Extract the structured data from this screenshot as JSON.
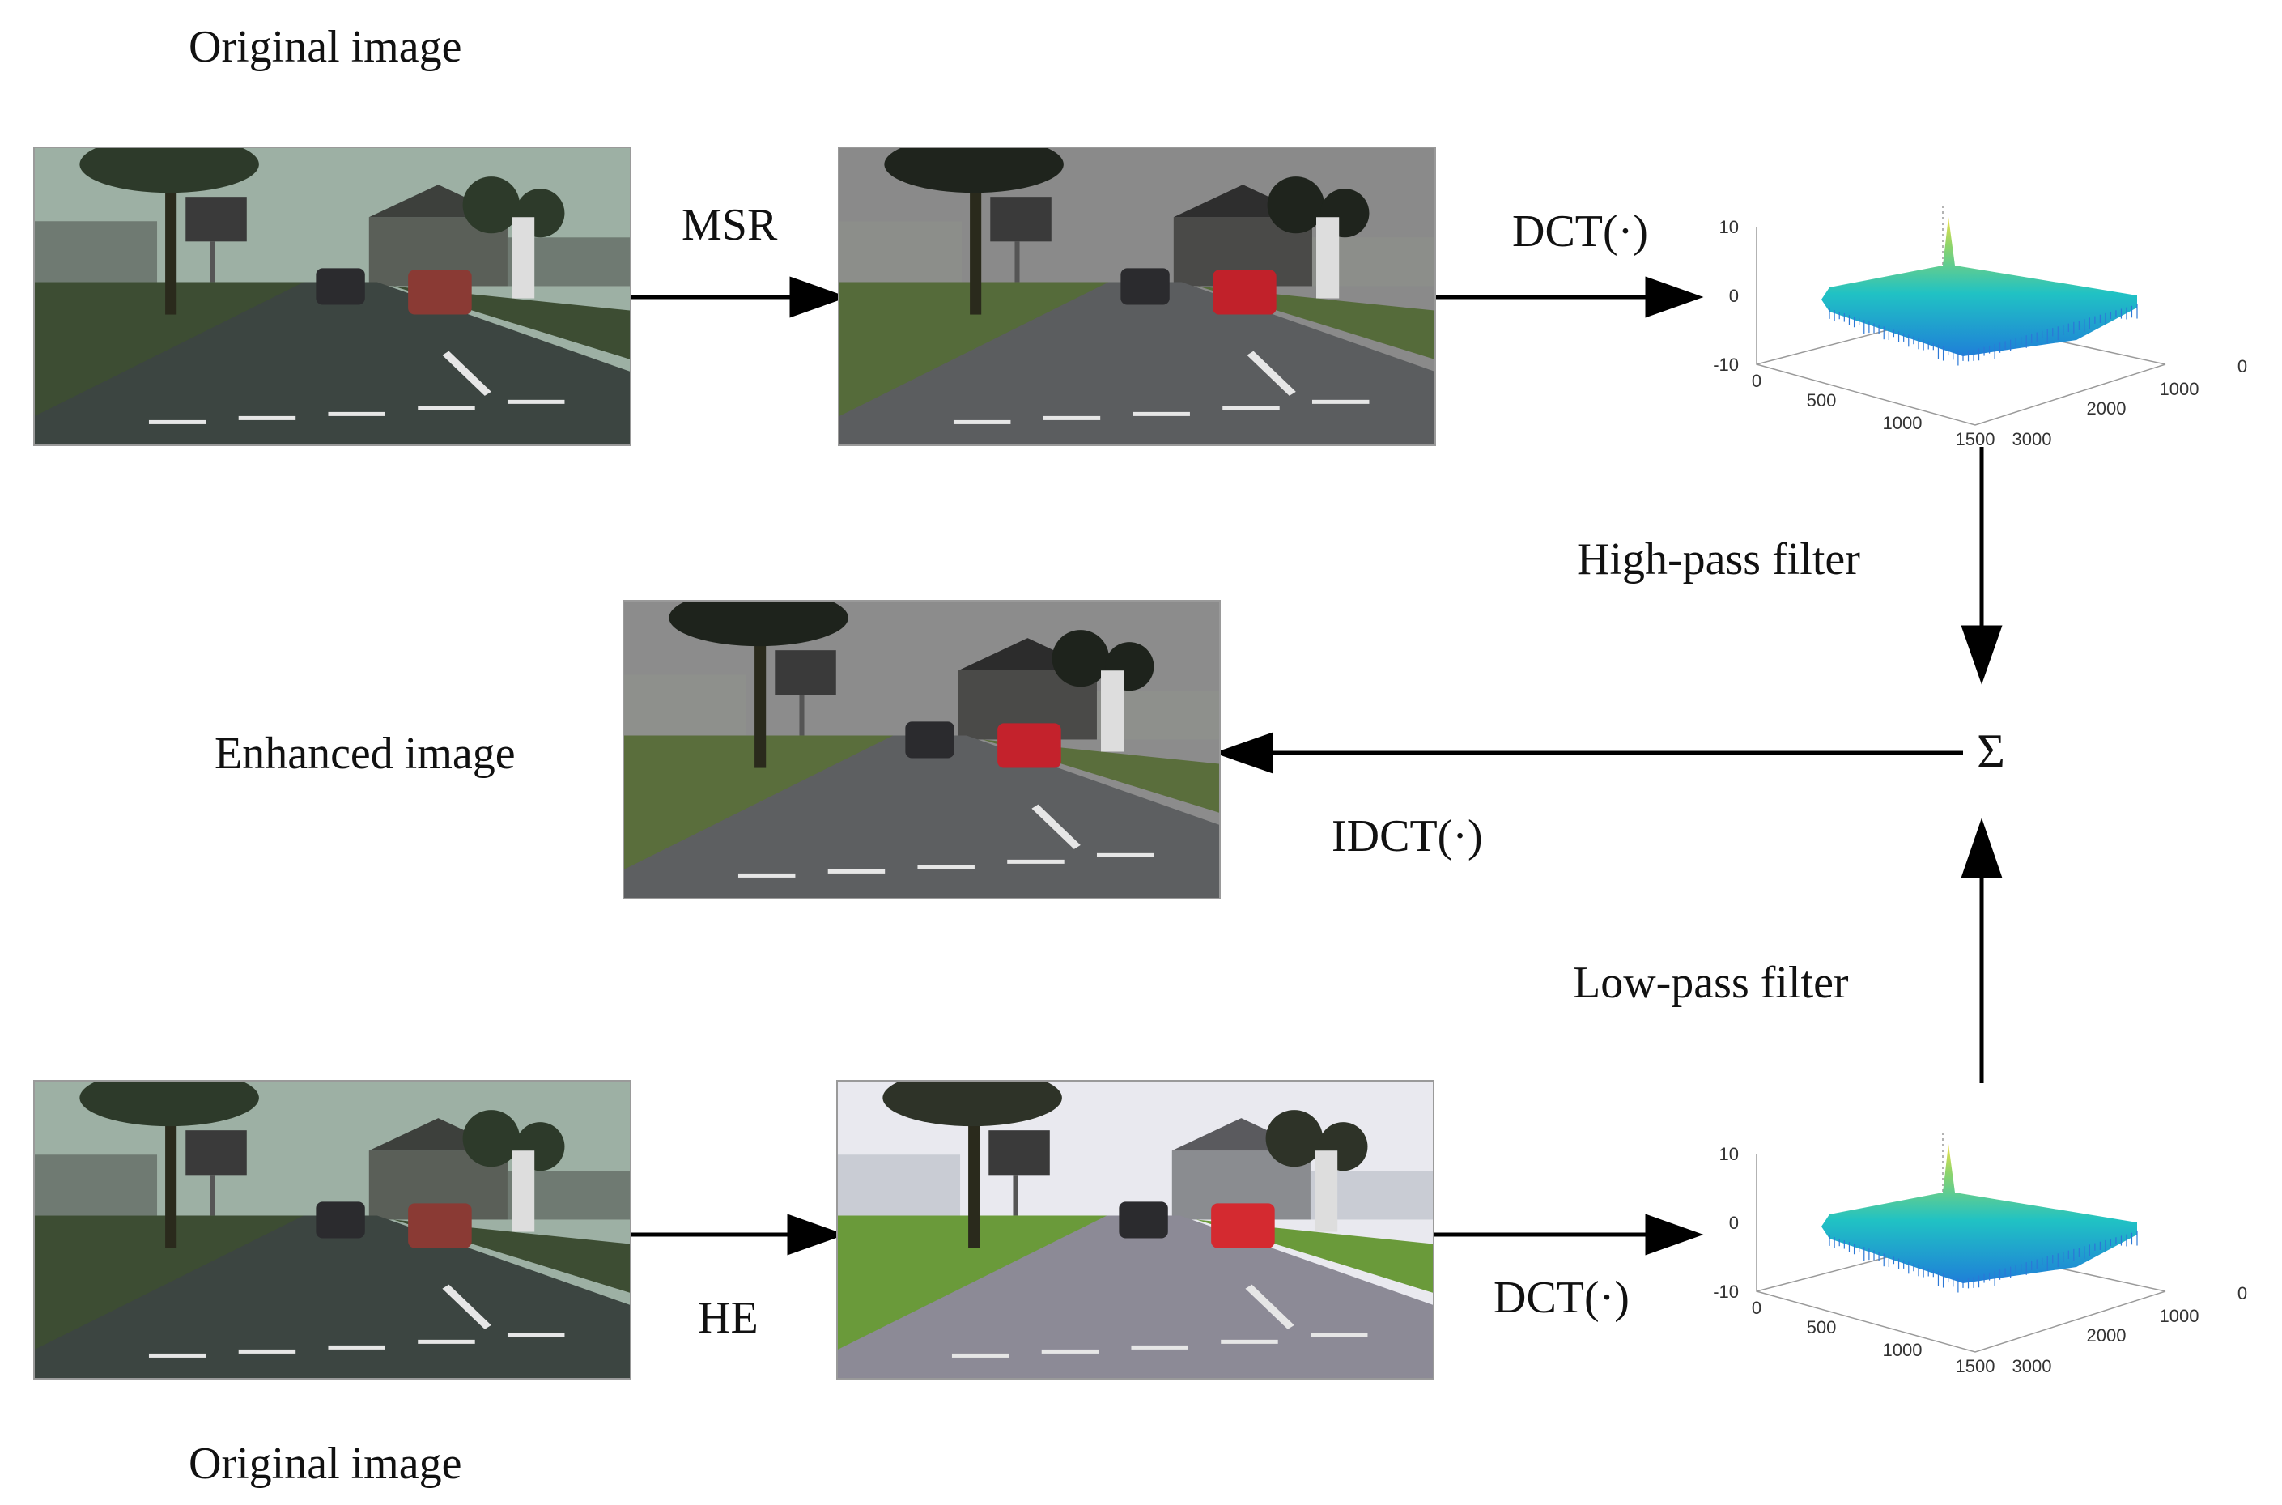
{
  "labels": {
    "original_top": "Original image",
    "original_bottom": "Original image",
    "enhanced": "Enhanced image",
    "msr": "MSR",
    "he": "HE",
    "dct_top": "DCT(·)",
    "dct_bottom": "DCT(·)",
    "highpass": "High-pass filter",
    "lowpass": "Low-pass filter",
    "idct": "IDCT(·)",
    "sum": "Σ"
  },
  "plot_ticks": {
    "z": [
      "10",
      "0",
      "-10"
    ],
    "x": [
      "0",
      "500",
      "1000",
      "1500"
    ],
    "y": [
      "3000",
      "2000",
      "1000",
      "0"
    ]
  },
  "colors": {
    "arrow": "#000000",
    "surface_low": "#1f8fd8",
    "surface_mid": "#22c3c0",
    "surface_high": "#e8d84a"
  }
}
